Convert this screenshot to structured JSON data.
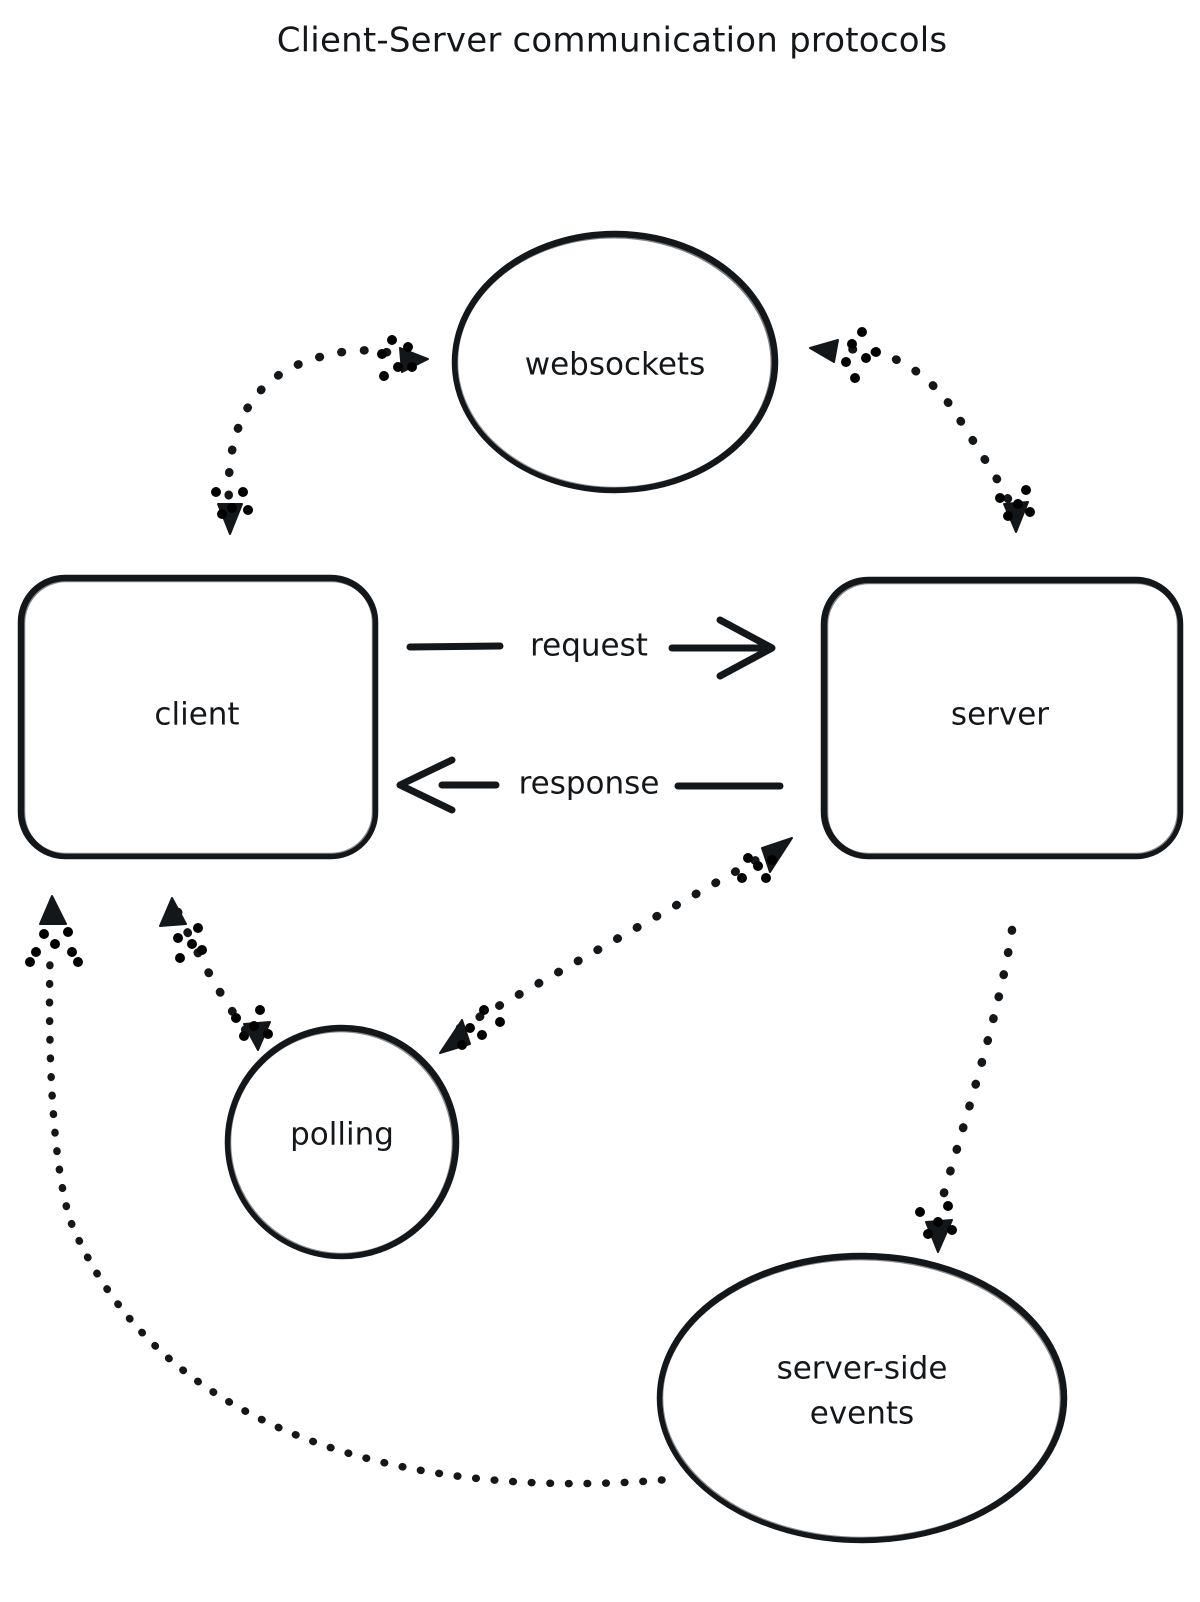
{
  "title": "Client-Server communication protocols",
  "nodes": [
    {
      "id": "websockets",
      "label": "websockets",
      "shape": "ellipse"
    },
    {
      "id": "client",
      "label": "client",
      "shape": "rounded-rect"
    },
    {
      "id": "server",
      "label": "server",
      "shape": "rounded-rect"
    },
    {
      "id": "polling",
      "label": "polling",
      "shape": "circle"
    },
    {
      "id": "sse",
      "label_line1": "server-side",
      "label_line2": "events",
      "shape": "ellipse"
    }
  ],
  "edges": [
    {
      "id": "request",
      "label": "request",
      "from": "client",
      "to": "server",
      "style": "solid",
      "direction": "forward"
    },
    {
      "id": "response",
      "label": "response",
      "from": "server",
      "to": "client",
      "style": "solid",
      "direction": "forward"
    },
    {
      "id": "client-websockets",
      "label": "",
      "from": "client",
      "to": "websockets",
      "style": "dotted",
      "direction": "both"
    },
    {
      "id": "websockets-server",
      "label": "",
      "from": "websockets",
      "to": "server",
      "style": "dotted",
      "direction": "both"
    },
    {
      "id": "client-polling",
      "label": "",
      "from": "client",
      "to": "polling",
      "style": "dotted",
      "direction": "both"
    },
    {
      "id": "polling-server",
      "label": "",
      "from": "polling",
      "to": "server",
      "style": "dotted",
      "direction": "both"
    },
    {
      "id": "server-sse",
      "label": "",
      "from": "server",
      "to": "sse",
      "style": "dotted",
      "direction": "forward"
    },
    {
      "id": "sse-client",
      "label": "",
      "from": "sse",
      "to": "client",
      "style": "dotted",
      "direction": "forward"
    }
  ],
  "colors": {
    "ink": "#14171a",
    "background": "#ffffff"
  }
}
